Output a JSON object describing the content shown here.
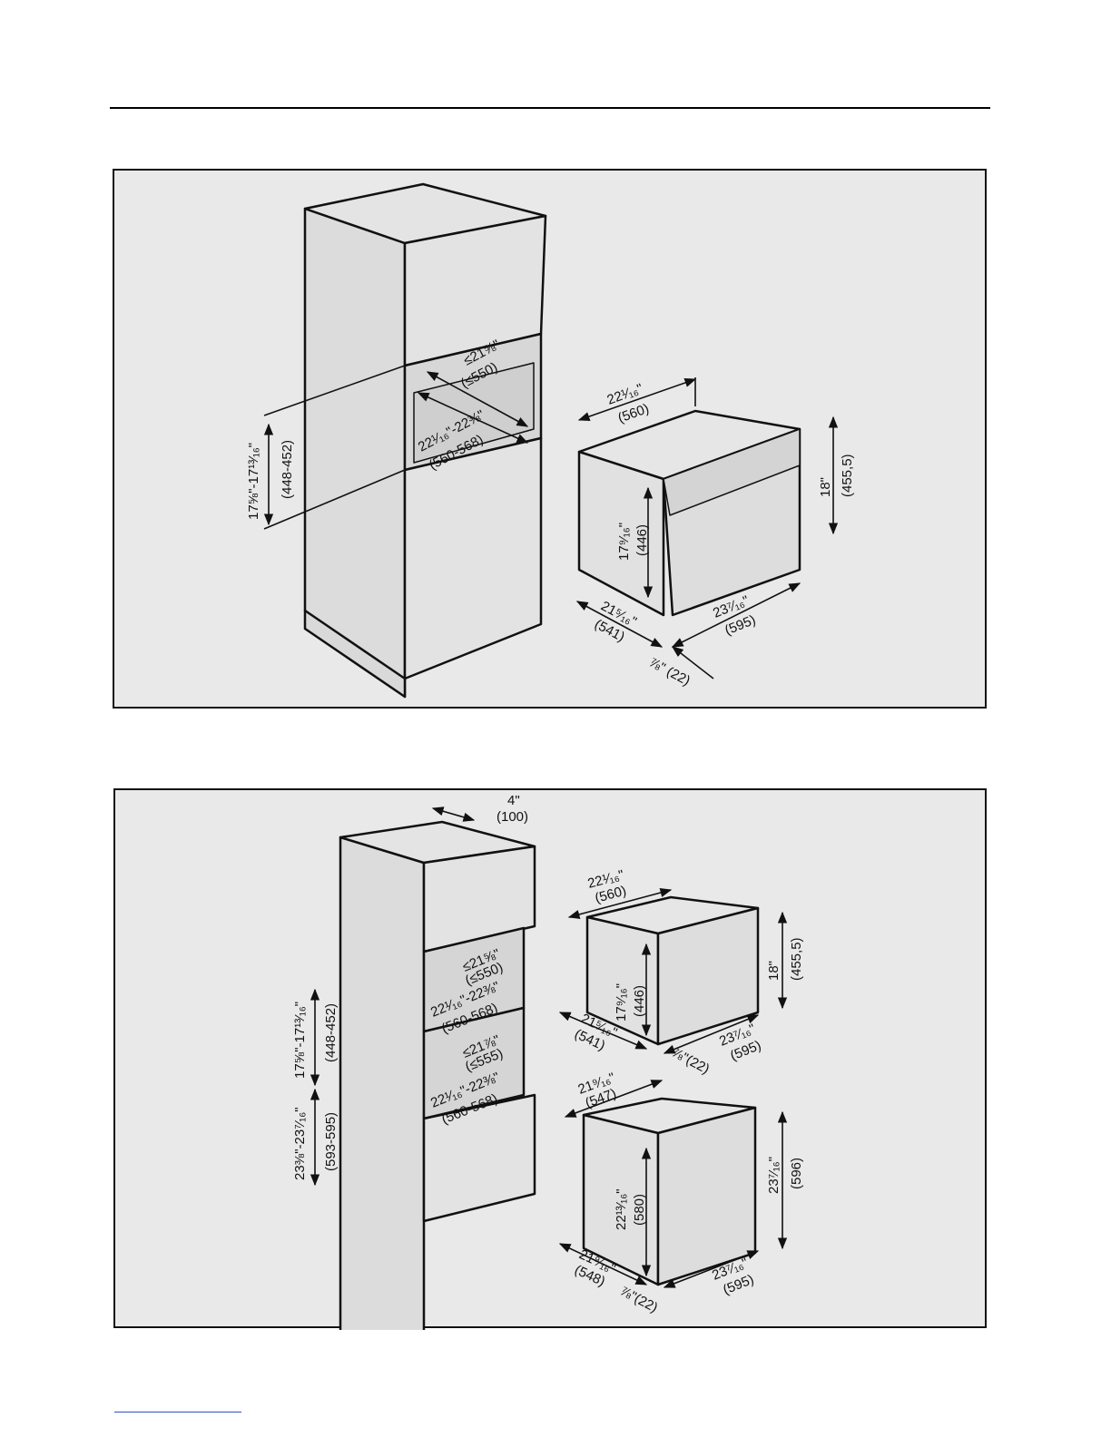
{
  "diagram1": {
    "cabinet": {
      "niche_height": "17⅝\"-17¹³⁄₁₆\"",
      "niche_height_mm": "(448-452)",
      "niche_depth": "≤21⅝\"",
      "niche_depth_mm": "(≤550)",
      "niche_width": "22¹⁄₁₆\"-22⅜\"",
      "niche_width_mm": "(560-568)"
    },
    "appliance": {
      "housing_width": "22¹⁄₁₆\"",
      "housing_width_mm": "(560)",
      "front_height": "18\"",
      "front_height_mm": "(455,5)",
      "housing_height": "17⁹⁄₁₆\"",
      "housing_height_mm": "(446)",
      "housing_depth": "21⁵⁄₁₆\"",
      "housing_depth_mm": "(541)",
      "front_width": "23⁷⁄₁₆\"",
      "front_width_mm": "(595)",
      "front_thickness": "⅞\" (22)"
    }
  },
  "diagram2": {
    "cabinet": {
      "vent_gap": "4\"",
      "vent_gap_mm": "(100)",
      "upper_niche_height": "17⅝\"-17¹³⁄₁₆\"",
      "upper_niche_height_mm": "(448-452)",
      "upper_niche_depth": "≤21⅝\"",
      "upper_niche_depth_mm": "(≤550)",
      "upper_niche_width": "22¹⁄₁₆\"-22⅜\"",
      "upper_niche_width_mm": "(560-568)",
      "lower_niche_height": "23⅜\"-23⁷⁄₁₆\"",
      "lower_niche_height_mm": "(593-595)",
      "lower_niche_depth": "≤21⅞\"",
      "lower_niche_depth_mm": "(≤555)",
      "lower_niche_width": "22¹⁄₁₆\"-22⅜\"",
      "lower_niche_width_mm": "(560-568)"
    },
    "upper_appliance": {
      "housing_width": "22¹⁄₁₆\"",
      "housing_width_mm": "(560)",
      "front_height": "18\"",
      "front_height_mm": "(455,5)",
      "housing_height": "17⁹⁄₁₆\"",
      "housing_height_mm": "(446)",
      "housing_depth": "21⁵⁄₁₆\"",
      "housing_depth_mm": "(541)",
      "front_width": "23⁷⁄₁₆\"",
      "front_width_mm": "(595)",
      "front_thickness": "⅞\"(22)"
    },
    "lower_appliance": {
      "housing_width": "21⁹⁄₁₆\"",
      "housing_width_mm": "(547)",
      "front_height": "23⁷⁄₁₆\"",
      "front_height_mm": "(596)",
      "housing_height": "22¹³⁄₁₆\"",
      "housing_height_mm": "(580)",
      "housing_depth": "21⁹⁄₁₆\"",
      "housing_depth_mm": "(548)",
      "front_width": "23⁷⁄₁₆\"",
      "front_width_mm": "(595)",
      "front_thickness": "⅞\"(22)"
    }
  }
}
